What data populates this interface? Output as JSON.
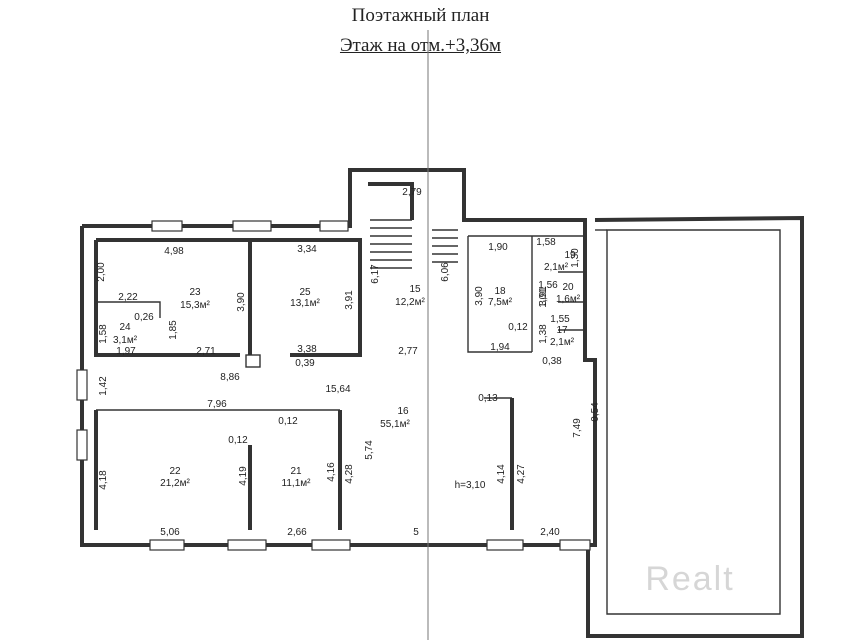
{
  "header": {
    "title": "Поэтажный план",
    "subtitle": "Этаж на отм.+3,36м"
  },
  "rooms": [
    {
      "id": "r23",
      "number": "23",
      "area": "15,3м²"
    },
    {
      "id": "r25",
      "number": "25",
      "area": "13,1м²"
    },
    {
      "id": "r24",
      "number": "24",
      "area": "3,1м²"
    },
    {
      "id": "r15",
      "number": "15",
      "area": "12,2м²"
    },
    {
      "id": "r18",
      "number": "18",
      "area": "7,5м²"
    },
    {
      "id": "r19",
      "number": "19",
      "area": "2,1м²"
    },
    {
      "id": "r20",
      "number": "20",
      "area": "1,6м²"
    },
    {
      "id": "r17",
      "number": "17",
      "area": "2,1м²"
    },
    {
      "id": "r16",
      "number": "16",
      "area": "55,1м²"
    },
    {
      "id": "r22",
      "number": "22",
      "area": "21,2м²"
    },
    {
      "id": "r21",
      "number": "21",
      "area": "11,1м²"
    }
  ],
  "dimensions": [
    "2,79",
    "4,98",
    "3,34",
    "2,00",
    "2,22",
    "0,26",
    "1,85",
    "3,90",
    "3,91",
    "1,58",
    "1,97",
    "2,71",
    "3,38",
    "0,39",
    "6,17",
    "6,06",
    "2,77",
    "8,86",
    "15,64",
    "1,42",
    "7,96",
    "0,12",
    "0,12",
    "4,18",
    "4,19",
    "4,16",
    "4,28",
    "5,74",
    "5,06",
    "2,66",
    "5",
    "1,90",
    "1,58",
    "1,30",
    "3,90",
    "3,91",
    "1,56",
    "1,01",
    "0,12",
    "1,38",
    "1,55",
    "1,94",
    "0,38",
    "0,13",
    "4,14",
    "4,27",
    "2,40",
    "7,49",
    "0,54"
  ],
  "ceiling_height": "h=3,10",
  "watermark": "Realt"
}
